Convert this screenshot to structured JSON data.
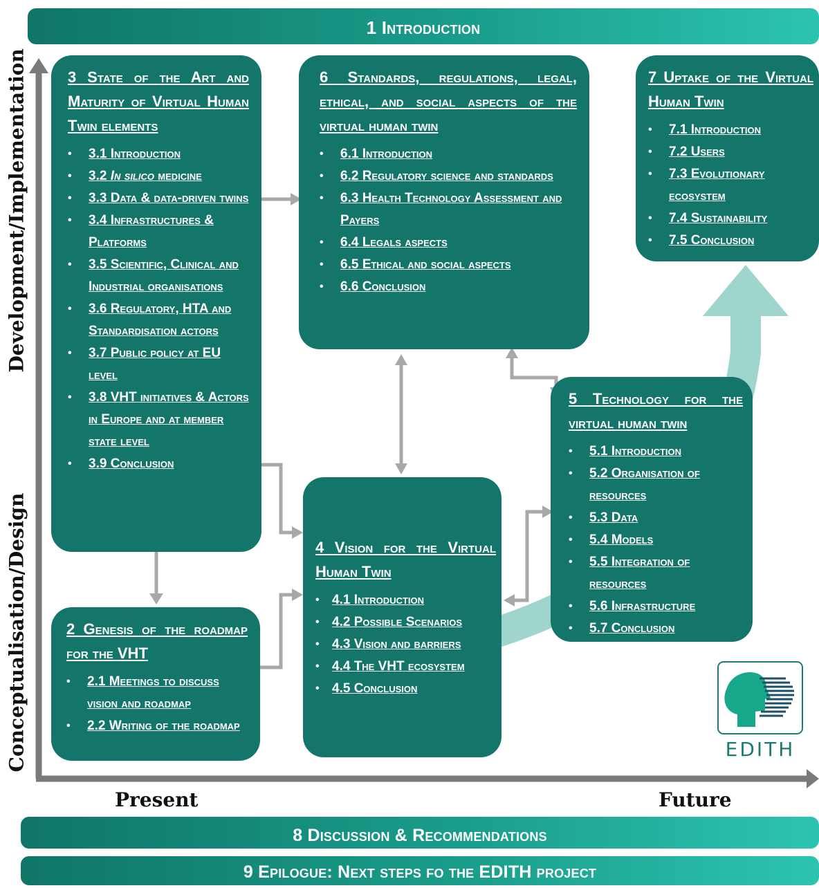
{
  "banners": {
    "intro": "1 Introduction",
    "discussion": "8 Discussion & Recommendations",
    "epilogue": "9 Epilogue: Next steps fo the EDITH project"
  },
  "axes": {
    "y_top": "Development/Implementation",
    "y_bottom": "Conceptualisation/Design",
    "x_left": "Present",
    "x_right": "Future"
  },
  "sections": {
    "s3": {
      "title": "3 State of the Art and Maturity of Virtual Human Twin elements",
      "items": [
        "3.1 Introduction",
        "3.2 In silico medicine",
        "3.3 Data & data-driven twins",
        "3.4 Infrastructures & Platforms",
        "3.5 Scientific, Clinical and Industrial organisations",
        "3.6 Regulatory, HTA and Standardisation actors",
        "3.7 Public policy at EU level",
        "3.8 VHT initiatives & Actors in Europe and at member state level",
        "3.9 Conclusion"
      ]
    },
    "s6": {
      "title": "6 Standards, regulations, legal, ethical, and social aspects of the virtual human twin",
      "items": [
        "6.1 Introduction",
        "6.2 Regulatory science and standards",
        "6.3 Health Technology Assessment and Payers",
        "6.4 Legals aspects",
        "6.5 Ethical and social aspects",
        "6.6 Conclusion"
      ]
    },
    "s7": {
      "title": "7 Uptake of the Virtual Human Twin",
      "items": [
        "7.1 Introduction",
        "7.2 Users",
        "7.3 Evolutionary ecosystem",
        "7.4 Sustainability",
        "7.5 Conclusion"
      ]
    },
    "s5": {
      "title": "5 Technology for the virtual human twin",
      "items": [
        "5.1 Introduction",
        "5.2 Organisation of resources",
        "5.3 Data",
        "5.4 Models",
        "5.5 Integration of resources",
        "5.6 Infrastructure",
        "5.7 Conclusion"
      ]
    },
    "s4": {
      "title": "4 Vision for the Virtual Human Twin",
      "items": [
        "4.1 Introduction",
        "4.2 Possible Scenarios",
        "4.3 Vision and barriers",
        "4.4 The VHT ecosystem",
        "4.5 Conclusion"
      ]
    },
    "s2": {
      "title": "2 Genesis of the roadmap for the VHT",
      "items": [
        "2.1 Meetings to discuss vision and roadmap",
        "2.2 Writing of the roadmap"
      ]
    }
  },
  "logo": {
    "text": "EDITH"
  },
  "colors": {
    "box": "#14766a",
    "arrow": "#a8a8a8",
    "axis": "#7a7a7a",
    "big_arrow": "#9fd5cc"
  }
}
